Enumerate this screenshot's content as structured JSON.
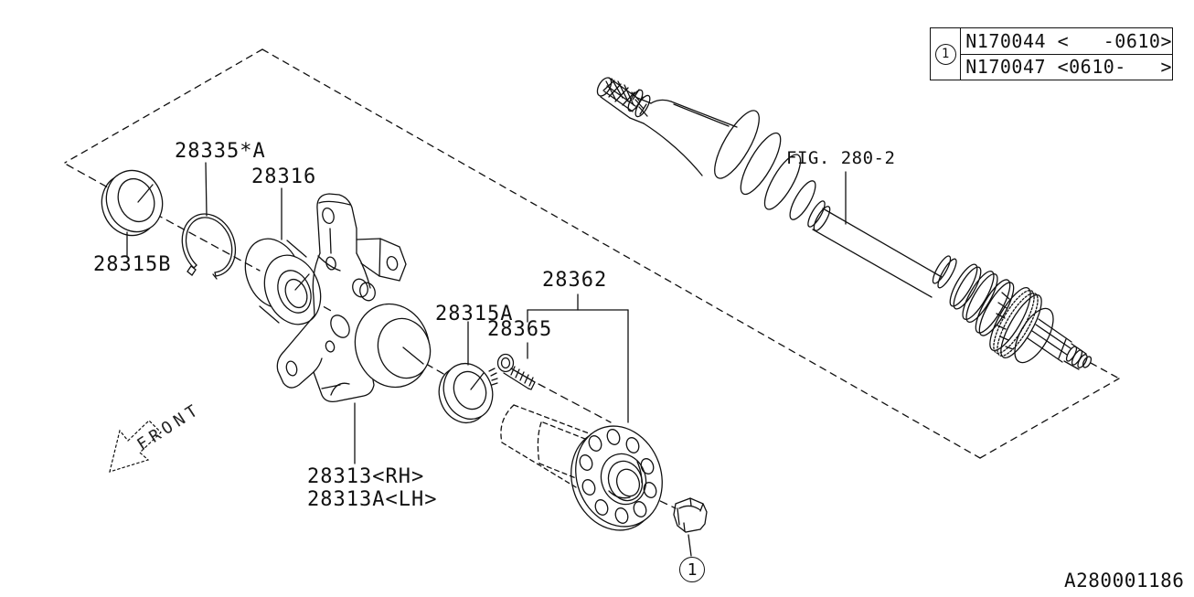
{
  "drawing": {
    "code": "A280001186",
    "front_label": "FRONT",
    "figure_reference": "FIG. 280-2"
  },
  "parts": {
    "outer_seal": {
      "label": "28315B"
    },
    "snap_ring": {
      "label": "28335*A"
    },
    "bearing": {
      "label": "28316"
    },
    "knuckle_rh": {
      "label": "28313<RH>"
    },
    "knuckle_lh": {
      "label": "28313A<LH>"
    },
    "inner_seal": {
      "label": "28315A"
    },
    "hub_bolt": {
      "label": "28365"
    },
    "hub": {
      "label": "28362"
    }
  },
  "callouts": {
    "axle_nut_ref": "1"
  },
  "ref_table": {
    "ref": "1",
    "rows": [
      {
        "text": "N170044 <   -0610>"
      },
      {
        "text": "N170047 <0610-   >"
      }
    ]
  }
}
